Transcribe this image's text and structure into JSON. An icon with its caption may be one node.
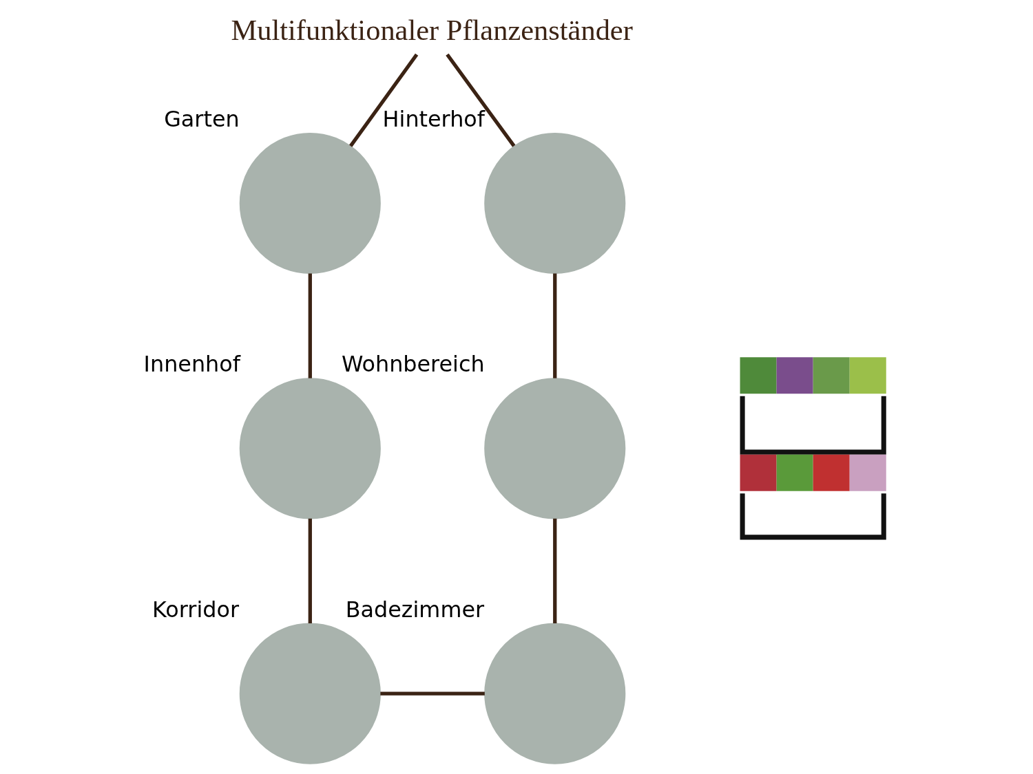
{
  "diagram": {
    "nodes": [
      {
        "text": [
          "Multifunktionaler Pflanzenständer"
        ]
      },
      {
        "text": [],
        "shape": "circle",
        "beside": [
          "Garten"
        ]
      },
      {
        "text": [],
        "shape": "circle",
        "beside": [
          "Hinterhof"
        ]
      },
      {
        "text": [],
        "shape": "picture"
      },
      {
        "text": [],
        "shape": "circle",
        "beside": [
          "Innenhof"
        ]
      },
      {
        "text": [],
        "shape": "circle",
        "beside": [
          "Wohnbereich"
        ]
      },
      {
        "text": [],
        "shape": "circle",
        "beside": [
          "Korridor"
        ]
      },
      {
        "text": [],
        "shape": "circle",
        "beside": [
          "Badezimmer"
        ]
      }
    ],
    "edges": [
      {
        "from": 1,
        "to": 0,
        "arrow": "none"
      },
      {
        "from": 0,
        "to": 2,
        "arrow": "none"
      },
      {
        "from": 1,
        "to": 4,
        "arrow": "none"
      },
      {
        "from": 2,
        "to": 5,
        "arrow": "none"
      },
      {
        "from": 4,
        "to": 6,
        "arrow": "none"
      },
      {
        "from": 5,
        "to": 7,
        "arrow": "none"
      },
      {
        "from": 6,
        "to": 7,
        "arrow": "none"
      }
    ]
  }
}
